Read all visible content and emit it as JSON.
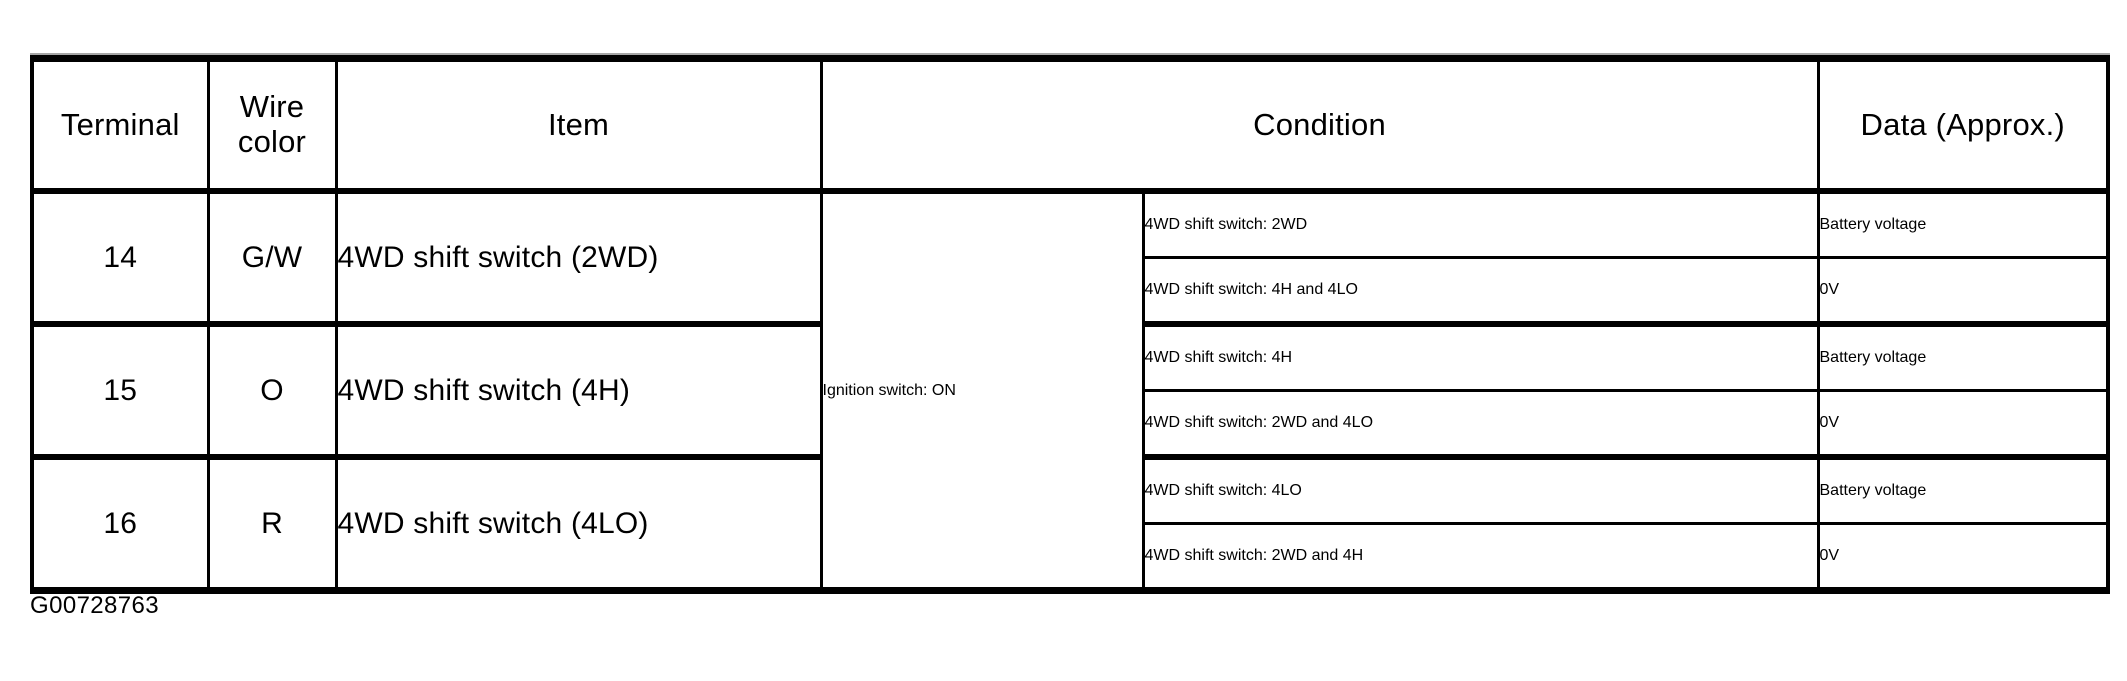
{
  "caption": "G00728763",
  "table": {
    "headers": {
      "terminal": "Terminal",
      "wire_color_line1": "Wire",
      "wire_color_line2": "color",
      "item": "Item",
      "condition": "Condition",
      "data": "Data (Approx.)"
    },
    "shared_condition": "Ignition switch: ON",
    "groups": [
      {
        "terminal": "14",
        "wire_color": "G/W",
        "item": "4WD shift switch (2WD)",
        "rows": [
          {
            "condition": "4WD shift switch: 2WD",
            "data": "Battery voltage"
          },
          {
            "condition": "4WD shift switch: 4H and 4LO",
            "data": "0V"
          }
        ]
      },
      {
        "terminal": "15",
        "wire_color": "O",
        "item": "4WD shift switch (4H)",
        "rows": [
          {
            "condition": "4WD shift switch: 4H",
            "data": "Battery voltage"
          },
          {
            "condition": "4WD shift switch: 2WD and 4LO",
            "data": "0V"
          }
        ]
      },
      {
        "terminal": "16",
        "wire_color": "R",
        "item": "4WD shift switch (4LO)",
        "rows": [
          {
            "condition": "4WD shift switch: 4LO",
            "data": "Battery voltage"
          },
          {
            "condition": "4WD shift switch: 2WD and 4H",
            "data": "0V"
          }
        ]
      }
    ]
  },
  "colors": {
    "rule": "#000000",
    "background": "#ffffff",
    "text": "#000000"
  }
}
